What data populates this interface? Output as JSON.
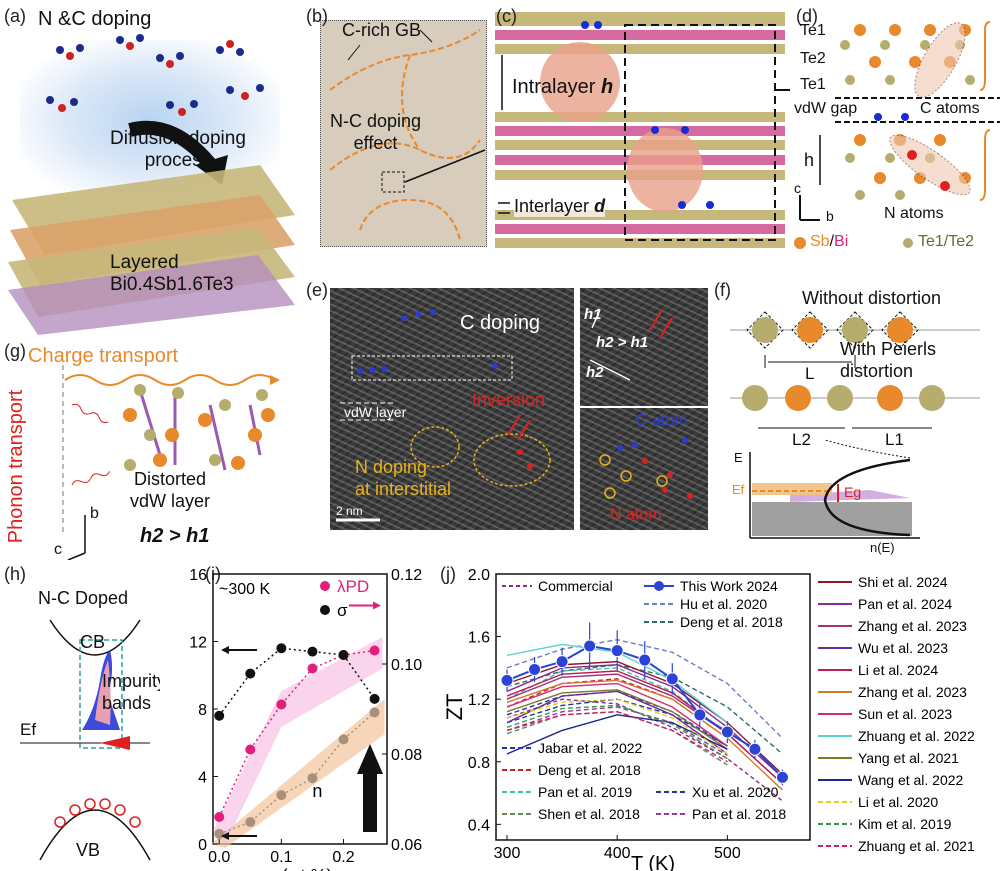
{
  "panels": {
    "a": {
      "label": "(a)",
      "doping": "N &C doping",
      "process_line1": "Diffusion doping",
      "process_line2": "process",
      "layer_line1": "Layered",
      "layer_line2": "Bi0.4Sb1.6Te3"
    },
    "b": {
      "label": "(b)",
      "gb": "C-rich GB",
      "effect_line1": "N-C doping",
      "effect_line2": "effect"
    },
    "c": {
      "label": "(c)",
      "intralayer": "Intralayer",
      "intralayer_sym": "h",
      "interlayer": "Interlayer",
      "interlayer_sym": "d"
    },
    "d": {
      "label": "(d)",
      "te1_top": "Te1",
      "te2": "Te2",
      "te1_bottom": "Te1",
      "vdw": "vdW gap",
      "c_atoms": "C atoms",
      "h": "h",
      "axis_c": "c",
      "axis_b": "b",
      "n_atoms": "N atoms",
      "legend_sb": "Sb",
      "legend_slash": "/",
      "legend_bi": "Bi",
      "legend_te": "Te1/Te2"
    },
    "e": {
      "label": "(e)",
      "c_doping": "C doping",
      "vdw_layer": "vdW layer",
      "inversion": "Inversion",
      "n_doping_line1": "N doping",
      "n_doping_line2": "at interstitial",
      "scale": "2 nm",
      "h1": "h1",
      "h2gth1": "h2 > h1",
      "h2": "h2",
      "c_atom": "C atom",
      "n_atom": "N atom"
    },
    "f": {
      "label": "(f)",
      "without": "Without distortion",
      "with_line1": "With Peierls",
      "with_line2": "distortion",
      "L": "L",
      "L2": "L2",
      "L1": "L1",
      "E": "E",
      "Ef": "Ef",
      "Eg": "Eg",
      "nE": "n(E)"
    },
    "g": {
      "label": "(g)",
      "charge": "Charge transport",
      "phonon": "Phonon transport",
      "distorted_line1": "Distorted",
      "distorted_line2": "vdW layer",
      "relation": "h2 > h1",
      "axis_b": "b",
      "axis_c": "c"
    },
    "h": {
      "label": "(h)",
      "title": "N-C Doped",
      "cb": "CB",
      "impurity_line1": "Impurity",
      "impurity_line2": "bands",
      "ef": "Ef",
      "vb": "VB"
    },
    "i": {
      "label": "(i)"
    },
    "j": {
      "label": "(j)"
    }
  },
  "colors": {
    "accent_orange": "#e8892b",
    "magenta": "#e0207a",
    "blue_series": "#2b44d6",
    "red_text": "#e02020",
    "yellow_text": "#e8b21a"
  },
  "chart_data": [
    {
      "id": "i",
      "type": "scatter",
      "annotation": "~300 K",
      "xlabel": "x (wt.%)",
      "ylabel": "",
      "xlim": [
        -0.01,
        0.27
      ],
      "ylim_left": [
        0,
        16
      ],
      "ylim_right": [
        0.06,
        0.12
      ],
      "x_ticks": [
        0.0,
        0.1,
        0.2
      ],
      "y_ticks_left": [
        0,
        4,
        8,
        12,
        16
      ],
      "y_ticks_right": [
        0.06,
        0.08,
        0.1,
        0.12
      ],
      "series": [
        {
          "name": "λPD",
          "axis": "right",
          "color": "#e0207a",
          "x": [
            0.0,
            0.05,
            0.1,
            0.15,
            0.2,
            0.25
          ],
          "y": [
            0.066,
            0.081,
            0.091,
            0.099,
            0.102,
            0.103
          ]
        },
        {
          "name": "σ",
          "axis": "left",
          "color": "#111111",
          "x": [
            0.0,
            0.05,
            0.1,
            0.15,
            0.2,
            0.25
          ],
          "y": [
            7.6,
            10.1,
            11.6,
            11.4,
            11.2,
            8.6
          ]
        },
        {
          "name": "n",
          "axis": "left",
          "color": "#a9907a",
          "x": [
            0.0,
            0.05,
            0.1,
            0.15,
            0.2,
            0.25
          ],
          "y": [
            0.6,
            1.3,
            2.9,
            3.9,
            6.2,
            7.8
          ]
        }
      ]
    },
    {
      "id": "j",
      "type": "line",
      "xlabel": "T (K)",
      "ylabel": "ZT",
      "xlim": [
        290,
        575
      ],
      "ylim": [
        0.3,
        2.0
      ],
      "x_ticks": [
        300,
        400,
        500
      ],
      "y_ticks": [
        0.4,
        0.8,
        1.2,
        1.6,
        2.0
      ],
      "this_work": {
        "name": "This Work 2024",
        "color": "#2b44d6",
        "x": [
          300,
          325,
          350,
          375,
          400,
          425,
          450,
          475,
          500,
          525,
          550
        ],
        "y": [
          1.32,
          1.39,
          1.44,
          1.54,
          1.51,
          1.45,
          1.33,
          1.1,
          0.99,
          0.88,
          0.7
        ],
        "err": [
          0.07,
          0.08,
          0.09,
          0.15,
          0.13,
          0.12,
          0.1,
          0.08,
          0.07,
          0.06,
          0.05
        ]
      },
      "series": [
        {
          "name": "Commercial",
          "color": "#8a2b8a",
          "dash": "4,3",
          "x": [
            300,
            350,
            400,
            450,
            500,
            550
          ],
          "y": [
            1.08,
            1.2,
            1.17,
            1.02,
            0.82,
            0.55
          ]
        },
        {
          "name": "Hu et al. 2020",
          "color": "#6a7fc1",
          "dash": "5,3",
          "x": [
            300,
            350,
            400,
            450,
            500,
            550
          ],
          "y": [
            1.4,
            1.52,
            1.58,
            1.5,
            1.3,
            0.95
          ]
        },
        {
          "name": "Deng et al. 2018",
          "color": "#2f6a6a",
          "dash": "5,3",
          "x": [
            300,
            350,
            400,
            450,
            500,
            550
          ],
          "y": [
            1.28,
            1.38,
            1.42,
            1.34,
            1.15,
            0.85
          ]
        },
        {
          "name": "Jabar et al. 2022",
          "color": "#2233bb",
          "dash": "5,3",
          "x": [
            300,
            350,
            400,
            450,
            500
          ],
          "y": [
            1.1,
            1.22,
            1.25,
            1.12,
            0.9
          ]
        },
        {
          "name": "Deng et al. 2018",
          "color": "#cc2222",
          "dash": "5,3",
          "x": [
            300,
            350,
            400,
            450,
            500
          ],
          "y": [
            1.15,
            1.3,
            1.33,
            1.2,
            0.95
          ]
        },
        {
          "name": "Pan et al. 2019",
          "color": "#44c0a0",
          "dash": "5,3",
          "x": [
            300,
            350,
            400,
            450,
            500
          ],
          "y": [
            1.2,
            1.38,
            1.4,
            1.25,
            0.98
          ]
        },
        {
          "name": "Shen et al. 2018",
          "color": "#6a8a5a",
          "dash": "5,3",
          "x": [
            300,
            350,
            400,
            450,
            500
          ],
          "y": [
            0.98,
            1.1,
            1.12,
            1.0,
            0.78
          ]
        },
        {
          "name": "Xu et al. 2020",
          "color": "#223399",
          "dash": "5,3",
          "x": [
            300,
            350,
            400,
            450,
            500
          ],
          "y": [
            1.05,
            1.16,
            1.2,
            1.1,
            0.9
          ]
        },
        {
          "name": "Pan et al. 2018",
          "color": "#9a3a9a",
          "dash": "5,3",
          "x": [
            300,
            350,
            400,
            450,
            500
          ],
          "y": [
            1.0,
            1.12,
            1.15,
            1.05,
            0.84
          ]
        },
        {
          "name": "Shi et al. 2024",
          "color": "#8a1a2a",
          "x": [
            300,
            350,
            400,
            450,
            500,
            550
          ],
          "y": [
            1.3,
            1.42,
            1.44,
            1.3,
            1.05,
            0.72
          ]
        },
        {
          "name": "Pan et al. 2024",
          "color": "#8a2a9a",
          "x": [
            300,
            350,
            400,
            450,
            500,
            550
          ],
          "y": [
            1.25,
            1.4,
            1.42,
            1.28,
            1.02,
            0.7
          ]
        },
        {
          "name": "Zhang et al. 2023",
          "color": "#a0307a",
          "x": [
            300,
            350,
            400,
            450,
            500,
            550
          ],
          "y": [
            1.2,
            1.34,
            1.36,
            1.22,
            0.98,
            0.66
          ]
        },
        {
          "name": "Wu et al. 2023",
          "color": "#6a2aa0",
          "x": [
            300,
            350,
            400,
            450,
            500
          ],
          "y": [
            1.05,
            1.22,
            1.25,
            1.1,
            0.85
          ]
        },
        {
          "name": "Li et al. 2024",
          "color": "#c01a4a",
          "x": [
            300,
            350,
            400,
            450,
            500,
            550
          ],
          "y": [
            1.22,
            1.36,
            1.38,
            1.24,
            0.98,
            0.66
          ]
        },
        {
          "name": "Zhang et al. 2023",
          "color": "#d07a2a",
          "x": [
            300,
            350,
            400,
            450,
            500,
            550
          ],
          "y": [
            1.18,
            1.3,
            1.32,
            1.2,
            0.95,
            0.62
          ]
        },
        {
          "name": "Sun et al. 2023",
          "color": "#d02a7a",
          "x": [
            300,
            350,
            400,
            450,
            500
          ],
          "y": [
            1.15,
            1.28,
            1.3,
            1.15,
            0.9
          ]
        },
        {
          "name": "Zhuang et al. 2022",
          "color": "#5fd0d0",
          "x": [
            300,
            350,
            400,
            450,
            500
          ],
          "y": [
            1.48,
            1.55,
            1.5,
            1.32,
            1.05
          ]
        },
        {
          "name": "Yang et al. 2021",
          "color": "#7a7a2a",
          "x": [
            300,
            350,
            400,
            450,
            500
          ],
          "y": [
            1.12,
            1.24,
            1.26,
            1.12,
            0.88
          ]
        },
        {
          "name": "Wang et al. 2022",
          "color": "#1a2a8a",
          "x": [
            300,
            350,
            400,
            450,
            500
          ],
          "y": [
            0.85,
            1.0,
            1.1,
            1.05,
            0.88
          ]
        },
        {
          "name": "Li et al. 2020",
          "color": "#e0d020",
          "dash": "5,3",
          "x": [
            300,
            350,
            400,
            450,
            500
          ],
          "y": [
            1.08,
            1.18,
            1.2,
            1.08,
            0.85
          ]
        },
        {
          "name": "Kim et al. 2019",
          "color": "#3a9a4a",
          "dash": "5,3",
          "x": [
            300,
            350,
            400,
            450,
            500
          ],
          "y": [
            1.02,
            1.14,
            1.16,
            1.04,
            0.82
          ]
        },
        {
          "name": "Zhuang et al. 2021",
          "color": "#d0206a",
          "dash": "5,3",
          "x": [
            300,
            350,
            400,
            450,
            500
          ],
          "y": [
            1.0,
            1.1,
            1.12,
            1.0,
            0.8
          ]
        }
      ]
    }
  ]
}
